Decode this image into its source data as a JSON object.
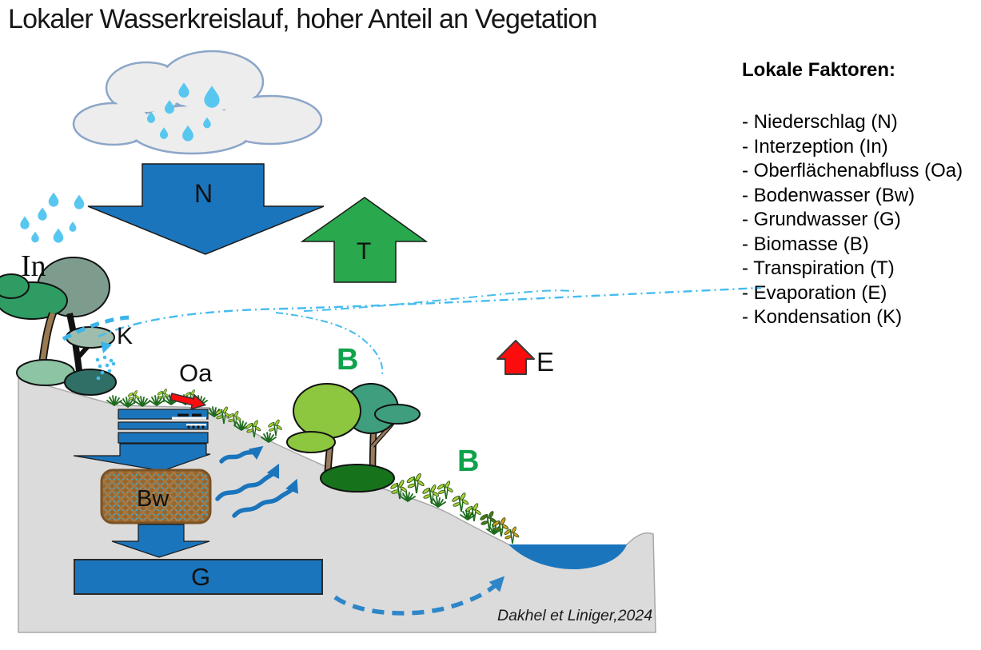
{
  "title": "Lokaler Wasserkreislauf, hoher Anteil an Vegetation",
  "legend": {
    "heading": "Lokale Faktoren:",
    "items": [
      "- Niederschlag (N)",
      "- Interzeption (In)",
      "- Oberflächenabfluss (Oa)",
      "- Bodenwasser (Bw)",
      "- Grundwasser (G)",
      "- Biomasse (B)",
      "- Transpiration (T)",
      "- Evaporation (E)",
      "- Kondensation (K)"
    ]
  },
  "diagram": {
    "labels": {
      "precipitation": "N",
      "transpiration": "T",
      "interception": "In",
      "condensation": "K",
      "surface_runoff": "Oa",
      "soil_water": "Bw",
      "groundwater": "G",
      "biomass_upper": "B",
      "biomass_lower": "B",
      "evaporation": "E"
    },
    "citation": "Dakhel et Liniger,2024"
  },
  "colors": {
    "arrow_blue": "#1B75BC",
    "arrow_green": "#2AA84D",
    "arrow_red": "#FB0D0D",
    "dash_cyan": "#45BCEE",
    "terrain_gray": "#DBDBDB",
    "water_blue": "#1B75BC",
    "biomass_green": "#0FA24C",
    "soil_brown": "#A8763E"
  }
}
